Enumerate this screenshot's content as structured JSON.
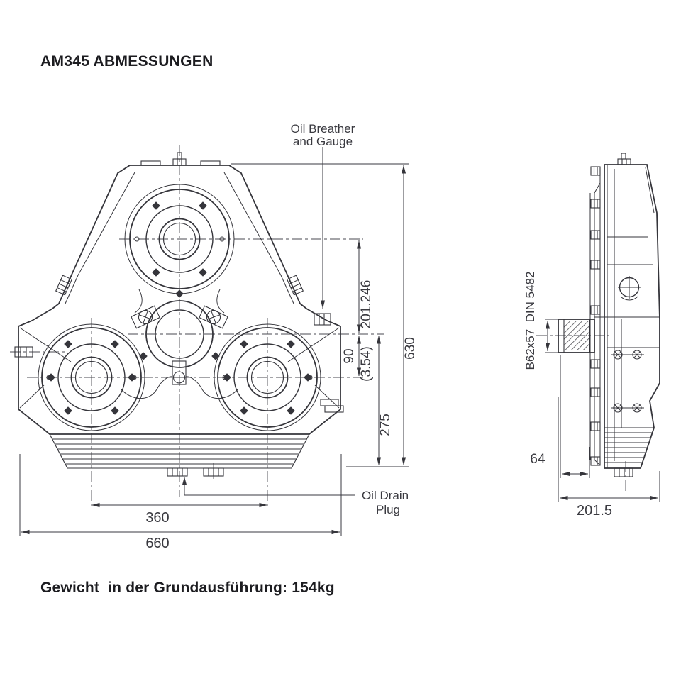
{
  "title": "AM345 ABMESSUNGEN",
  "footer": "Gewicht  in der Grundausführung: 154kg",
  "front_view": {
    "name": "gearbox front view",
    "labels": {
      "oil_breather_line1": "Oil Breather",
      "oil_breather_line2": "and Gauge",
      "oil_drain_line1": "Oil Drain",
      "oil_drain_line2": "Plug"
    },
    "dimensions": {
      "overall_height": "630",
      "center_height": "275",
      "upper_center_distance": "201.246",
      "lower_center_distance": "90",
      "lower_center_distance_in": "(3.54)",
      "shaft_spacing": "360",
      "overall_width": "660"
    }
  },
  "side_view": {
    "name": "gearbox side view",
    "dimensions": {
      "spline_spec": "B62x57  DIN 5482",
      "shaft_protrusion": "64",
      "overall_depth": "201.5"
    }
  }
}
